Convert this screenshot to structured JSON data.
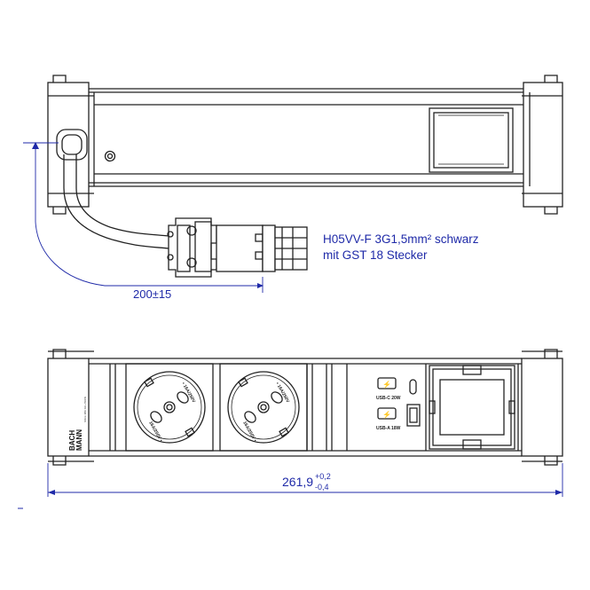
{
  "cable_label": {
    "line1": "H05VV-F 3G1,5mm² schwarz",
    "line2": "mit GST 18 Stecker"
  },
  "dimension_cable": "200±15",
  "dimension_length": {
    "value": "261,9",
    "tol_upper": "+0,2",
    "tol_lower": "-0,4"
  },
  "brand": {
    "line1": "BACH",
    "line2": "MANN",
    "sub": "SINCE 1950 SOLUTIONS"
  },
  "usb_c_label": "USB-C 20W",
  "usb_a_label": "USB-A 18W",
  "socket_labels": {
    "top": "• 16A/250V",
    "bottom": "16A/250V •"
  },
  "colors": {
    "line": "#222222",
    "dimension": "#1f2aa8"
  }
}
